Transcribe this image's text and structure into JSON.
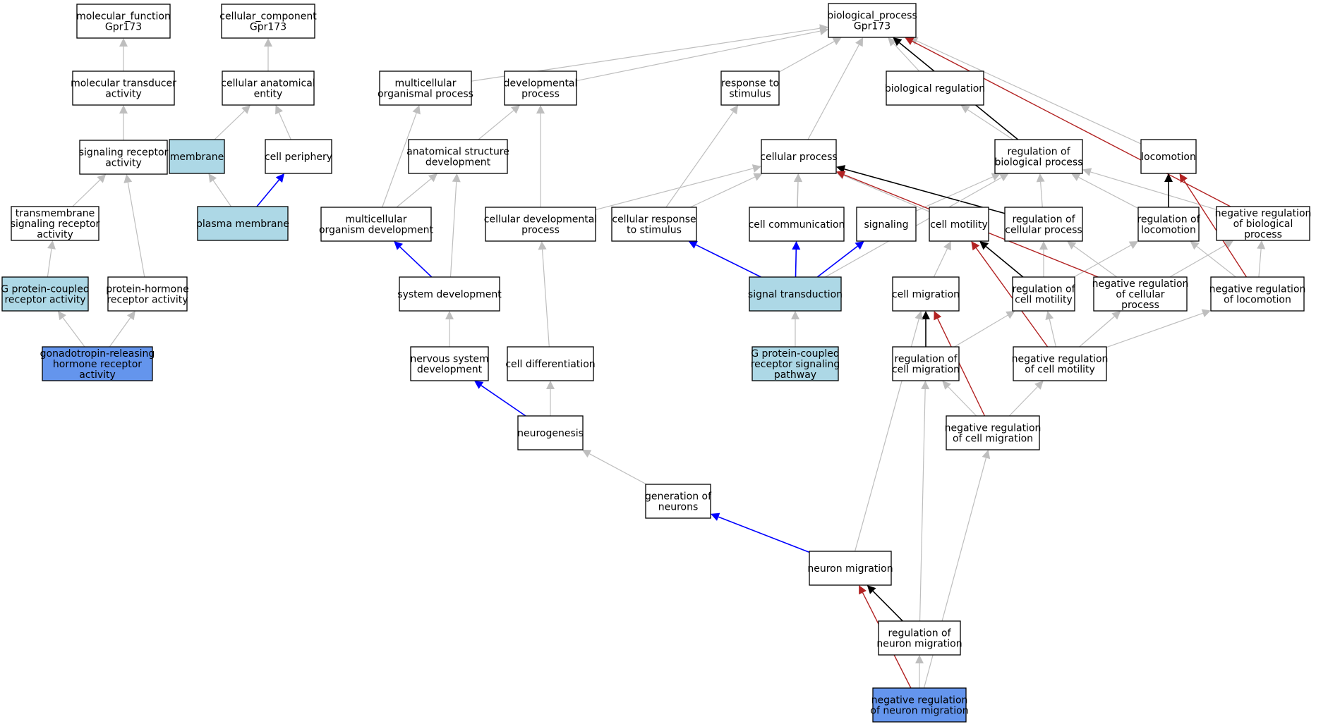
{
  "colors": {
    "white": "#ffffff",
    "lightblue": "#add8e6",
    "cornflower": "#6495ed",
    "border": "#000000",
    "gray_edge": "#bebebe",
    "black_edge": "#000000",
    "blue_edge": "#0000ff",
    "red_edge": "#b22222"
  },
  "nodes": {
    "molecular_function": {
      "lines": [
        "molecular_function",
        "Gpr173"
      ],
      "fill": "white"
    },
    "cellular_component": {
      "lines": [
        "cellular_component",
        "Gpr173"
      ],
      "fill": "white"
    },
    "biological_process": {
      "lines": [
        "biological_process",
        "Gpr173"
      ],
      "fill": "white"
    },
    "molecular_transducer_activity": {
      "lines": [
        "molecular transducer",
        "activity"
      ],
      "fill": "white"
    },
    "cellular_anatomical_entity": {
      "lines": [
        "cellular anatomical",
        "entity"
      ],
      "fill": "white"
    },
    "multicellular_organismal_process": {
      "lines": [
        "multicellular",
        "organismal process"
      ],
      "fill": "white"
    },
    "developmental_process": {
      "lines": [
        "developmental",
        "process"
      ],
      "fill": "white"
    },
    "response_to_stimulus": {
      "lines": [
        "response to",
        "stimulus"
      ],
      "fill": "white"
    },
    "biological_regulation": {
      "lines": [
        "biological regulation"
      ],
      "fill": "white"
    },
    "signaling_receptor_activity": {
      "lines": [
        "signaling receptor",
        "activity"
      ],
      "fill": "white"
    },
    "membrane": {
      "lines": [
        "membrane"
      ],
      "fill": "lightblue"
    },
    "cell_periphery": {
      "lines": [
        "cell periphery"
      ],
      "fill": "white"
    },
    "anatomical_structure_development": {
      "lines": [
        "anatomical structure",
        "development"
      ],
      "fill": "white"
    },
    "cellular_process": {
      "lines": [
        "cellular process"
      ],
      "fill": "white"
    },
    "regulation_of_biological_process": {
      "lines": [
        "regulation of",
        "biological process"
      ],
      "fill": "white"
    },
    "locomotion": {
      "lines": [
        "locomotion"
      ],
      "fill": "white"
    },
    "transmembrane_signaling_receptor_activity": {
      "lines": [
        "transmembrane",
        "signaling receptor",
        "activity"
      ],
      "fill": "white"
    },
    "plasma_membrane": {
      "lines": [
        "plasma membrane"
      ],
      "fill": "lightblue"
    },
    "multicellular_organism_development": {
      "lines": [
        "multicellular",
        "organism development"
      ],
      "fill": "white"
    },
    "cellular_developmental_process": {
      "lines": [
        "cellular developmental",
        "process"
      ],
      "fill": "white"
    },
    "cellular_response_to_stimulus": {
      "lines": [
        "cellular response",
        "to stimulus"
      ],
      "fill": "white"
    },
    "cell_communication": {
      "lines": [
        "cell communication"
      ],
      "fill": "white"
    },
    "signaling": {
      "lines": [
        "signaling"
      ],
      "fill": "white"
    },
    "cell_motility": {
      "lines": [
        "cell motility"
      ],
      "fill": "white"
    },
    "regulation_of_cellular_process": {
      "lines": [
        "regulation of",
        "cellular process"
      ],
      "fill": "white"
    },
    "regulation_of_locomotion": {
      "lines": [
        "regulation of",
        "locomotion"
      ],
      "fill": "white"
    },
    "negative_regulation_of_biological_process": {
      "lines": [
        "negative regulation",
        "of biological",
        "process"
      ],
      "fill": "white"
    },
    "g_protein_coupled_receptor_activity": {
      "lines": [
        "G protein-coupled",
        "receptor activity"
      ],
      "fill": "lightblue"
    },
    "protein_hormone_receptor_activity": {
      "lines": [
        "protein-hormone",
        "receptor activity"
      ],
      "fill": "white"
    },
    "system_development": {
      "lines": [
        "system development"
      ],
      "fill": "white"
    },
    "signal_transduction": {
      "lines": [
        "signal transduction"
      ],
      "fill": "lightblue"
    },
    "cell_migration": {
      "lines": [
        "cell migration"
      ],
      "fill": "white"
    },
    "regulation_of_cell_motility": {
      "lines": [
        "regulation of",
        "cell motility"
      ],
      "fill": "white"
    },
    "negative_regulation_of_cellular_process": {
      "lines": [
        "negative regulation",
        "of cellular",
        "process"
      ],
      "fill": "white"
    },
    "negative_regulation_of_locomotion": {
      "lines": [
        "negative regulation",
        "of locomotion"
      ],
      "fill": "white"
    },
    "gnrh_receptor_activity": {
      "lines": [
        "gonadotropin-releasing",
        "hormone receptor",
        "activity"
      ],
      "fill": "cornflower"
    },
    "nervous_system_development": {
      "lines": [
        "nervous system",
        "development"
      ],
      "fill": "white"
    },
    "cell_differentiation": {
      "lines": [
        "cell differentiation"
      ],
      "fill": "white"
    },
    "gpcr_signaling_pathway": {
      "lines": [
        "G protein-coupled",
        "receptor signaling",
        "pathway"
      ],
      "fill": "lightblue"
    },
    "regulation_of_cell_migration": {
      "lines": [
        "regulation of",
        "cell migration"
      ],
      "fill": "white"
    },
    "negative_regulation_of_cell_motility": {
      "lines": [
        "negative regulation",
        "of cell motility"
      ],
      "fill": "white"
    },
    "neurogenesis": {
      "lines": [
        "neurogenesis"
      ],
      "fill": "white"
    },
    "negative_regulation_of_cell_migration": {
      "lines": [
        "negative regulation",
        "of cell migration"
      ],
      "fill": "white"
    },
    "generation_of_neurons": {
      "lines": [
        "generation of",
        "neurons"
      ],
      "fill": "white"
    },
    "neuron_migration": {
      "lines": [
        "neuron migration"
      ],
      "fill": "white"
    },
    "regulation_of_neuron_migration": {
      "lines": [
        "regulation of",
        "neuron migration"
      ],
      "fill": "white"
    },
    "negative_regulation_of_neuron_migration": {
      "lines": [
        "negative regulation",
        "of neuron migration"
      ],
      "fill": "cornflower"
    }
  },
  "edges": [
    {
      "from": "molecular_transducer_activity",
      "to": "molecular_function",
      "type": "is_a"
    },
    {
      "from": "signaling_receptor_activity",
      "to": "molecular_transducer_activity",
      "type": "is_a"
    },
    {
      "from": "transmembrane_signaling_receptor_activity",
      "to": "signaling_receptor_activity",
      "type": "is_a"
    },
    {
      "from": "g_protein_coupled_receptor_activity",
      "to": "transmembrane_signaling_receptor_activity",
      "type": "is_a"
    },
    {
      "from": "protein_hormone_receptor_activity",
      "to": "signaling_receptor_activity",
      "type": "is_a"
    },
    {
      "from": "gnrh_receptor_activity",
      "to": "g_protein_coupled_receptor_activity",
      "type": "is_a"
    },
    {
      "from": "gnrh_receptor_activity",
      "to": "protein_hormone_receptor_activity",
      "type": "is_a"
    },
    {
      "from": "cellular_anatomical_entity",
      "to": "cellular_component",
      "type": "is_a"
    },
    {
      "from": "membrane",
      "to": "cellular_anatomical_entity",
      "type": "is_a"
    },
    {
      "from": "cell_periphery",
      "to": "cellular_anatomical_entity",
      "type": "is_a"
    },
    {
      "from": "plasma_membrane",
      "to": "membrane",
      "type": "is_a"
    },
    {
      "from": "plasma_membrane",
      "to": "cell_periphery",
      "type": "part_of"
    },
    {
      "from": "multicellular_organismal_process",
      "to": "biological_process",
      "type": "is_a"
    },
    {
      "from": "developmental_process",
      "to": "biological_process",
      "type": "is_a"
    },
    {
      "from": "response_to_stimulus",
      "to": "biological_process",
      "type": "is_a"
    },
    {
      "from": "cellular_process",
      "to": "biological_process",
      "type": "is_a"
    },
    {
      "from": "biological_regulation",
      "to": "biological_process",
      "type": "is_a"
    },
    {
      "from": "regulation_of_biological_process",
      "to": "biological_process",
      "type": "regulates"
    },
    {
      "from": "regulation_of_biological_process",
      "to": "biological_regulation",
      "type": "is_a"
    },
    {
      "from": "locomotion",
      "to": "biological_process",
      "type": "is_a"
    },
    {
      "from": "negative_regulation_of_biological_process",
      "to": "biological_process",
      "type": "negatively_regulates"
    },
    {
      "from": "negative_regulation_of_biological_process",
      "to": "regulation_of_biological_process",
      "type": "is_a"
    },
    {
      "from": "anatomical_structure_development",
      "to": "developmental_process",
      "type": "is_a"
    },
    {
      "from": "multicellular_organism_development",
      "to": "multicellular_organismal_process",
      "type": "is_a"
    },
    {
      "from": "multicellular_organism_development",
      "to": "anatomical_structure_development",
      "type": "is_a"
    },
    {
      "from": "cellular_developmental_process",
      "to": "developmental_process",
      "type": "is_a"
    },
    {
      "from": "cellular_developmental_process",
      "to": "cellular_process",
      "type": "is_a"
    },
    {
      "from": "cellular_response_to_stimulus",
      "to": "response_to_stimulus",
      "type": "is_a"
    },
    {
      "from": "cellular_response_to_stimulus",
      "to": "cellular_process",
      "type": "is_a"
    },
    {
      "from": "cell_communication",
      "to": "cellular_process",
      "type": "is_a"
    },
    {
      "from": "signaling",
      "to": "regulation_of_biological_process",
      "type": "is_a"
    },
    {
      "from": "cell_motility",
      "to": "cellular_process",
      "type": "is_a"
    },
    {
      "from": "regulation_of_cellular_process",
      "to": "cellular_process",
      "type": "regulates"
    },
    {
      "from": "regulation_of_cellular_process",
      "to": "regulation_of_biological_process",
      "type": "is_a"
    },
    {
      "from": "regulation_of_locomotion",
      "to": "locomotion",
      "type": "regulates"
    },
    {
      "from": "regulation_of_locomotion",
      "to": "regulation_of_biological_process",
      "type": "is_a"
    },
    {
      "from": "system_development",
      "to": "multicellular_organism_development",
      "type": "part_of"
    },
    {
      "from": "system_development",
      "to": "anatomical_structure_development",
      "type": "is_a"
    },
    {
      "from": "signal_transduction",
      "to": "cellular_process",
      "type": "is_a"
    },
    {
      "from": "signal_transduction",
      "to": "cellular_response_to_stimulus",
      "type": "part_of"
    },
    {
      "from": "signal_transduction",
      "to": "cell_communication",
      "type": "part_of"
    },
    {
      "from": "signal_transduction",
      "to": "signaling",
      "type": "part_of"
    },
    {
      "from": "signal_transduction",
      "to": "regulation_of_biological_process",
      "type": "is_a"
    },
    {
      "from": "cell_migration",
      "to": "cell_motility",
      "type": "is_a"
    },
    {
      "from": "regulation_of_cell_motility",
      "to": "cell_motility",
      "type": "regulates"
    },
    {
      "from": "regulation_of_cell_motility",
      "to": "regulation_of_cellular_process",
      "type": "is_a"
    },
    {
      "from": "regulation_of_cell_motility",
      "to": "regulation_of_locomotion",
      "type": "is_a"
    },
    {
      "from": "negative_regulation_of_cellular_process",
      "to": "cellular_process",
      "type": "negatively_regulates"
    },
    {
      "from": "negative_regulation_of_cellular_process",
      "to": "regulation_of_cellular_process",
      "type": "is_a"
    },
    {
      "from": "negative_regulation_of_cellular_process",
      "to": "negative_regulation_of_biological_process",
      "type": "is_a"
    },
    {
      "from": "negative_regulation_of_locomotion",
      "to": "locomotion",
      "type": "negatively_regulates"
    },
    {
      "from": "negative_regulation_of_locomotion",
      "to": "regulation_of_locomotion",
      "type": "is_a"
    },
    {
      "from": "negative_regulation_of_locomotion",
      "to": "negative_regulation_of_biological_process",
      "type": "is_a"
    },
    {
      "from": "nervous_system_development",
      "to": "system_development",
      "type": "is_a"
    },
    {
      "from": "cell_differentiation",
      "to": "cellular_developmental_process",
      "type": "is_a"
    },
    {
      "from": "gpcr_signaling_pathway",
      "to": "signal_transduction",
      "type": "is_a"
    },
    {
      "from": "regulation_of_cell_migration",
      "to": "cell_migration",
      "type": "regulates"
    },
    {
      "from": "regulation_of_cell_migration",
      "to": "regulation_of_cell_motility",
      "type": "is_a"
    },
    {
      "from": "negative_regulation_of_cell_motility",
      "to": "cell_motility",
      "type": "negatively_regulates"
    },
    {
      "from": "negative_regulation_of_cell_motility",
      "to": "regulation_of_cell_motility",
      "type": "is_a"
    },
    {
      "from": "negative_regulation_of_cell_motility",
      "to": "negative_regulation_of_cellular_process",
      "type": "is_a"
    },
    {
      "from": "negative_regulation_of_cell_motility",
      "to": "negative_regulation_of_locomotion",
      "type": "is_a"
    },
    {
      "from": "neurogenesis",
      "to": "nervous_system_development",
      "type": "part_of"
    },
    {
      "from": "neurogenesis",
      "to": "cell_differentiation",
      "type": "is_a"
    },
    {
      "from": "negative_regulation_of_cell_migration",
      "to": "cell_migration",
      "type": "negatively_regulates"
    },
    {
      "from": "negative_regulation_of_cell_migration",
      "to": "regulation_of_cell_migration",
      "type": "is_a"
    },
    {
      "from": "negative_regulation_of_cell_migration",
      "to": "negative_regulation_of_cell_motility",
      "type": "is_a"
    },
    {
      "from": "generation_of_neurons",
      "to": "neurogenesis",
      "type": "is_a"
    },
    {
      "from": "neuron_migration",
      "to": "generation_of_neurons",
      "type": "part_of"
    },
    {
      "from": "neuron_migration",
      "to": "cell_migration",
      "type": "is_a"
    },
    {
      "from": "regulation_of_neuron_migration",
      "to": "neuron_migration",
      "type": "regulates"
    },
    {
      "from": "regulation_of_neuron_migration",
      "to": "regulation_of_cell_migration",
      "type": "is_a"
    },
    {
      "from": "negative_regulation_of_neuron_migration",
      "to": "neuron_migration",
      "type": "negatively_regulates"
    },
    {
      "from": "negative_regulation_of_neuron_migration",
      "to": "regulation_of_neuron_migration",
      "type": "is_a"
    },
    {
      "from": "negative_regulation_of_neuron_migration",
      "to": "negative_regulation_of_cell_migration",
      "type": "is_a"
    }
  ]
}
